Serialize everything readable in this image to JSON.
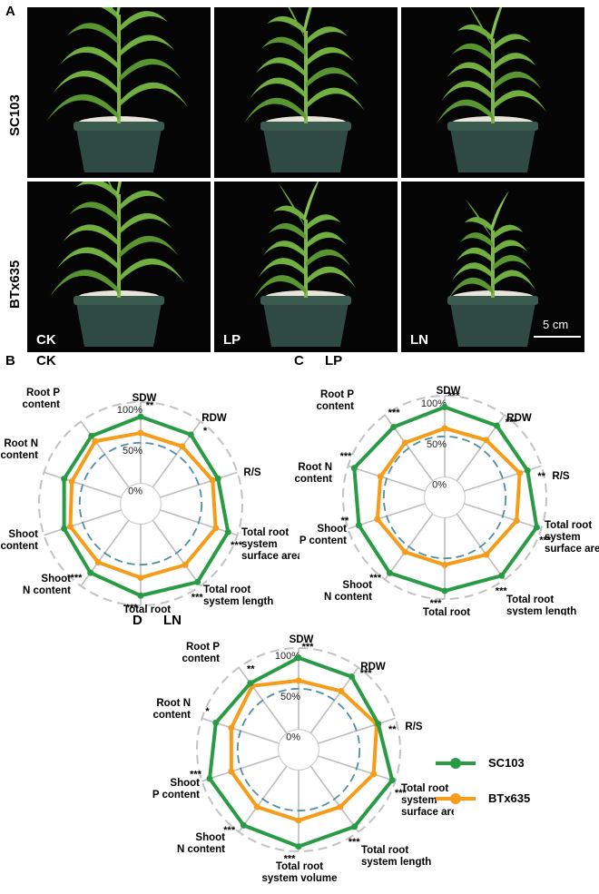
{
  "panel_a": {
    "letter": "A",
    "rows": [
      "SC103",
      "BTx635"
    ],
    "conditions": [
      "CK",
      "LP",
      "LN"
    ],
    "scale_bar": "5 cm"
  },
  "legend": [
    {
      "name": "SC103",
      "color": "#2a9b45"
    },
    {
      "name": "BTx635",
      "color": "#f59c1a"
    }
  ],
  "chart_data": [
    {
      "type": "radar",
      "letter": "B",
      "title": "CK",
      "axes": [
        "SDW",
        "RDW",
        "R/S",
        "Total root system surface area",
        "Total root system length",
        "Total root system volume",
        "Shoot N content",
        "Shoot P content",
        "Root N content",
        "Root P content"
      ],
      "ticks": [
        "0%",
        "50%",
        "100%"
      ],
      "range": [
        0,
        100
      ],
      "series": [
        {
          "name": "SC103",
          "values": [
            82,
            80,
            75,
            88,
            94,
            88,
            80,
            74,
            74,
            78
          ]
        },
        {
          "name": "BTx635",
          "values": [
            62,
            62,
            68,
            72,
            68,
            66,
            64,
            66,
            64,
            70
          ]
        }
      ],
      "significance": [
        "**",
        "*",
        "",
        "***",
        "***",
        "***",
        "***",
        "",
        "",
        ""
      ]
    },
    {
      "type": "radar",
      "letter": "C",
      "title": "LP",
      "axes": [
        "SDW",
        "RDW",
        "R/S",
        "Total root system surface area",
        "Total root system length",
        "Total root system volume",
        "Shoot N content",
        "Shoot P content",
        "Root N content",
        "Root P content"
      ],
      "ticks": [
        "0%",
        "50%",
        "100%"
      ],
      "range": [
        0,
        100
      ],
      "series": [
        {
          "name": "SC103",
          "values": [
            86,
            84,
            82,
            94,
            94,
            90,
            90,
            86,
            92,
            82
          ]
        },
        {
          "name": "BTx635",
          "values": [
            60,
            62,
            72,
            68,
            62,
            58,
            58,
            62,
            58,
            58
          ]
        }
      ],
      "significance": [
        "***",
        "***",
        "**",
        "***",
        "***",
        "***",
        "***",
        "**",
        "***",
        "***"
      ]
    },
    {
      "type": "radar",
      "letter": "D",
      "title": "LN",
      "axes": [
        "SDW",
        "RDW",
        "R/S",
        "Total root system surface area",
        "Total root system length",
        "Total root system volume",
        "Shoot N content",
        "Shoot P content",
        "Root N content",
        "Root P content"
      ],
      "ticks": [
        "0%",
        "50%",
        "100%"
      ],
      "range": [
        0,
        100
      ],
      "series": [
        {
          "name": "SC103",
          "values": [
            88,
            86,
            78,
            96,
            92,
            94,
            90,
            90,
            82,
            76
          ]
        },
        {
          "name": "BTx635",
          "values": [
            60,
            64,
            76,
            72,
            62,
            62,
            62,
            62,
            62,
            72
          ]
        }
      ],
      "significance": [
        "***",
        "***",
        "**",
        "***",
        "***",
        "***",
        "***",
        "***",
        "*",
        "**"
      ]
    }
  ]
}
